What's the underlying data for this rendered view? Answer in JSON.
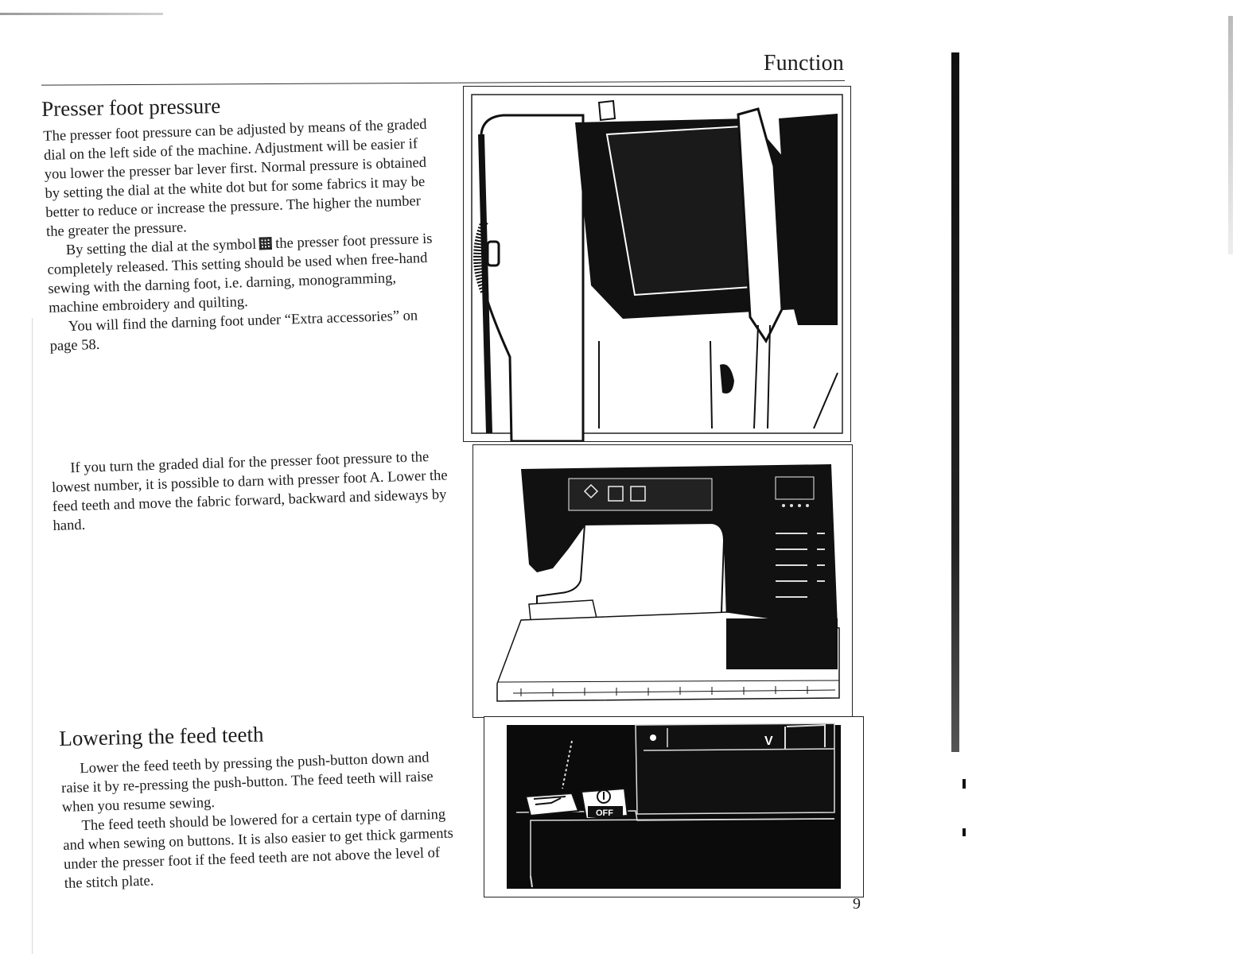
{
  "page": {
    "header_title": "Function",
    "page_number": "9"
  },
  "sections": {
    "presser_foot": {
      "heading": "Presser foot pressure",
      "p1": "The presser foot pressure can be adjusted by means of the graded dial on the left side of the machine. Adjustment will be easier if you lower the presser bar lever first. Normal pressure is obtained by setting the dial at the white dot but for some fabrics it may be better to reduce or increase the pressure. The higher the number the greater the pressure.",
      "p2_before_symbol": "By setting the dial at the symbol",
      "p2_after_symbol": "the presser foot pressure is completely released. This setting should be used when free-hand sewing with the darning foot, i.e. darning, monogramming, machine embroidery and quilting.",
      "p3": "You will find the darning foot under “Extra accessories” on page 58."
    },
    "darning": {
      "p1": "If you turn the graded dial for the presser foot pressure to the lowest number, it is possible to darn with presser foot A. Lower the feed teeth and move the fabric forward, backward and sideways by hand."
    },
    "feed_teeth": {
      "heading": "Lowering the feed teeth",
      "p1": "Lower the feed teeth by pressing the push-button down and raise it by re-pressing the push-button. The feed teeth will raise when you resume sewing.",
      "p2": "The feed teeth should be lowered for a certain type of darning and when sewing on buttons. It is also easier to get thick garments under the presser foot if the feed teeth are not above the level of the stitch plate."
    }
  },
  "figures": {
    "button_label": "OFF",
    "indicator_letter": "V"
  }
}
